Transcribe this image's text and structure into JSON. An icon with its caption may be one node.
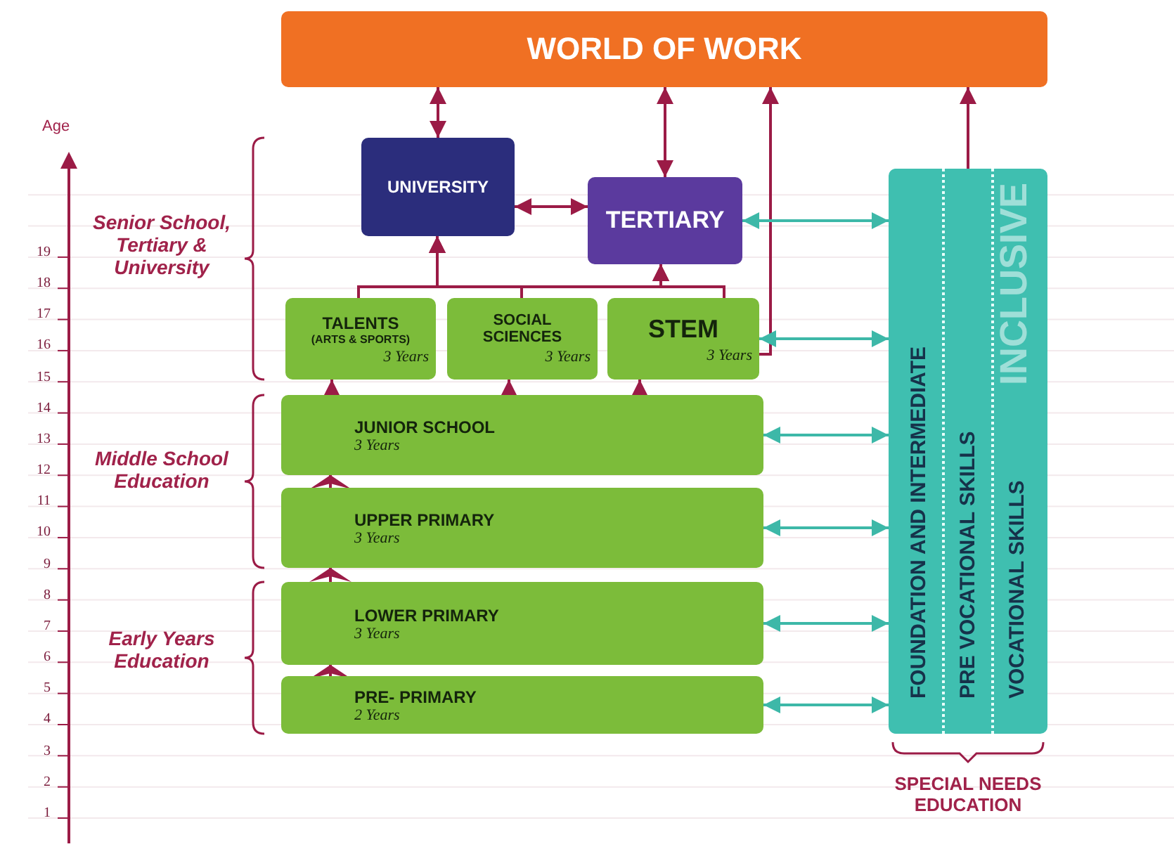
{
  "diagram": {
    "nodes": [
      {
        "text": [
          "WORLD OF WORK"
        ]
      },
      {
        "text": [
          "UNIVERSITY"
        ]
      },
      {
        "text": [
          "TERTIARY"
        ]
      },
      {
        "text": [
          "TALENTS",
          "(ARTS & SPORTS)",
          "3 Years"
        ]
      },
      {
        "text": [
          "SOCIAL SCIENCES",
          "3 Years"
        ]
      },
      {
        "text": [
          "STEM",
          "3 Years"
        ]
      },
      {
        "text": [
          "JUNIOR SCHOOL",
          "3 Years"
        ]
      },
      {
        "text": [
          "UPPER PRIMARY",
          "3 Years"
        ]
      },
      {
        "text": [
          "LOWER PRIMARY",
          "3 Years"
        ]
      },
      {
        "text": [
          "PRE- PRIMARY",
          "2 Years"
        ]
      },
      {
        "text": [
          "INCLUSIVE",
          "FOUNDATION AND INTERMEDIATE",
          "PRE VOCATIONAL SKILLS",
          "VOCATIONAL SKILLS"
        ],
        "beside": [
          "SPECIAL NEEDS EDUCATION"
        ]
      }
    ],
    "edges": [
      {
        "from": 1,
        "to": 0,
        "arrow": "both"
      },
      {
        "from": 2,
        "to": 0,
        "arrow": "both"
      },
      {
        "from": 5,
        "to": 0,
        "arrow": "to"
      },
      {
        "from": 10,
        "to": 0,
        "arrow": "to"
      },
      {
        "from": 1,
        "to": 2,
        "arrow": "both"
      },
      {
        "from": 3,
        "to": 1,
        "arrow": "to"
      },
      {
        "from": 4,
        "to": 1,
        "arrow": "to"
      },
      {
        "from": 5,
        "to": 1,
        "arrow": "to"
      },
      {
        "from": 3,
        "to": 2,
        "arrow": "to"
      },
      {
        "from": 4,
        "to": 2,
        "arrow": "to"
      },
      {
        "from": 5,
        "to": 2,
        "arrow": "to"
      },
      {
        "from": 6,
        "to": 3,
        "arrow": "to"
      },
      {
        "from": 6,
        "to": 4,
        "arrow": "to"
      },
      {
        "from": 6,
        "to": 5,
        "arrow": "to"
      },
      {
        "from": 7,
        "to": 6,
        "arrow": "to"
      },
      {
        "from": 8,
        "to": 7,
        "arrow": "to"
      },
      {
        "from": 9,
        "to": 8,
        "arrow": "to"
      },
      {
        "from": 2,
        "to": 10,
        "arrow": "both",
        "color": "#3db8a8"
      },
      {
        "from": 5,
        "to": 10,
        "arrow": "both",
        "color": "#3db8a8"
      },
      {
        "from": 6,
        "to": 10,
        "arrow": "both",
        "color": "#3db8a8"
      },
      {
        "from": 7,
        "to": 10,
        "arrow": "both",
        "color": "#3db8a8"
      },
      {
        "from": 8,
        "to": 10,
        "arrow": "both",
        "color": "#3db8a8"
      },
      {
        "from": 9,
        "to": 10,
        "arrow": "both",
        "color": "#3db8a8"
      }
    ],
    "labels": [
      "Age",
      "Senior School, Tertiary & University",
      "Middle School Education",
      "Early Years Education",
      "19",
      "18",
      "17",
      "16",
      "15",
      "14",
      "13",
      "12",
      "11",
      "10",
      "9",
      "8",
      "7",
      "6",
      "5",
      "4",
      "3",
      "2",
      "1"
    ]
  }
}
